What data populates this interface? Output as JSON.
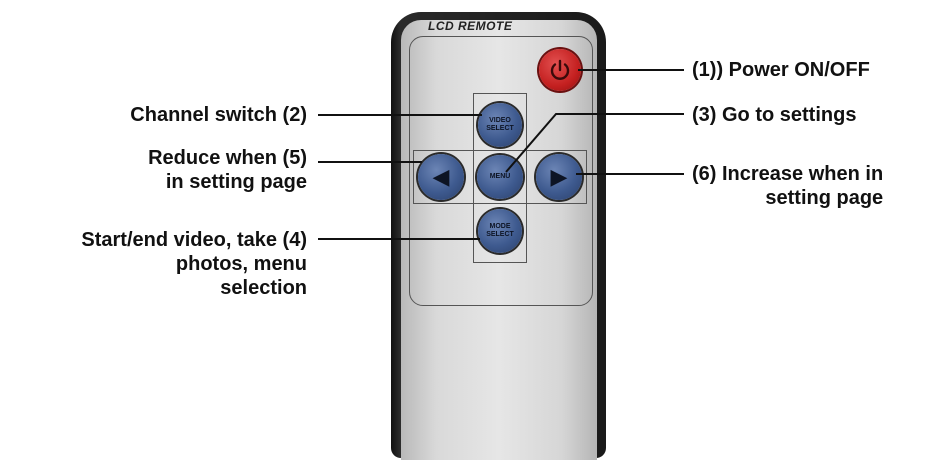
{
  "remote": {
    "brand": "LCD REMOTE",
    "buttons": {
      "video_select": "VIDEO SELECT",
      "menu": "MENU",
      "mode_select": "MODE SELECT",
      "left": "◀",
      "right": "▶"
    }
  },
  "callouts": {
    "power": "(1)) Power ON/OFF",
    "channel": "Channel switch (2)",
    "settings": "(3) Go to settings",
    "reduce_line1": "Reduce when (5)",
    "reduce_line2": "in setting page",
    "increase_line1": "(6) Increase when in",
    "increase_line2": "setting page",
    "start_line1": "Start/end video, take (4)",
    "start_line2": "photos, menu",
    "start_line3": "selection"
  },
  "colors": {
    "button_blue": "#3e5a8f",
    "power_red": "#c42020",
    "remote_body": "#1a1a1a",
    "remote_face": "#dcdcdc"
  }
}
